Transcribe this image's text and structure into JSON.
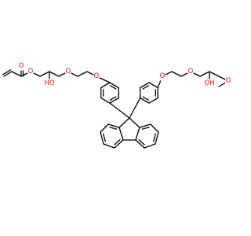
{
  "molecule": {
    "colors": {
      "bond": "#000000",
      "oxygen": "#ff0000",
      "background": "#ffffff"
    },
    "atom_labels": {
      "oxygen": "O",
      "hydroxyl": "HO",
      "hydroxyl_right": "OH"
    }
  }
}
